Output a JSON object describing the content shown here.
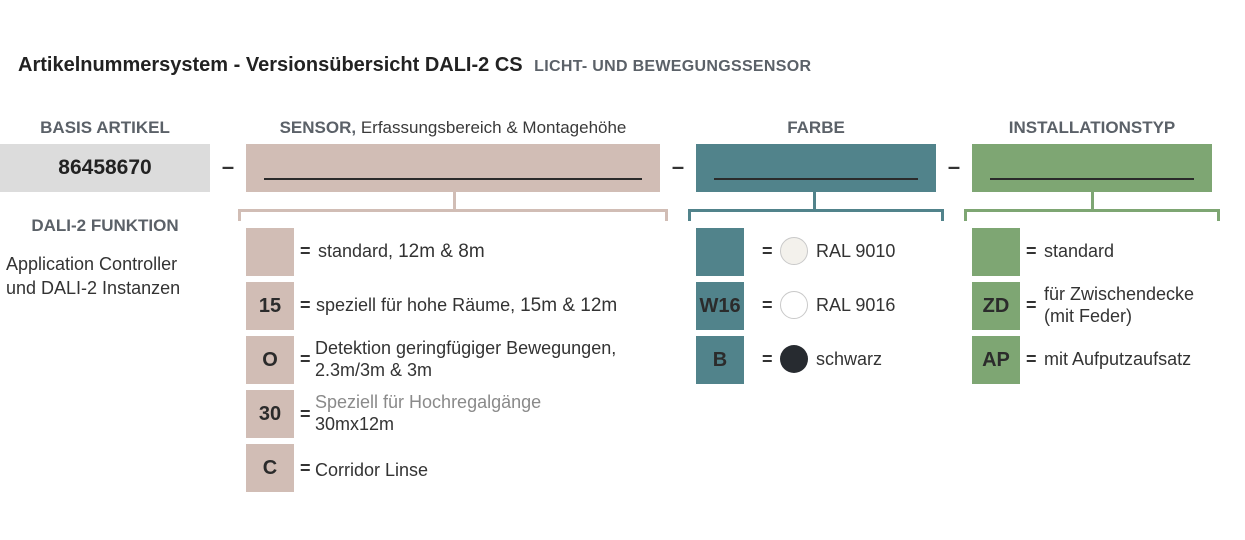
{
  "title": {
    "main": "Artikelnummersystem - Versionsübersicht DALI-2 CS",
    "sub": "LICHT- UND BEWEGUNGSSENSOR"
  },
  "separator": "–",
  "equals": "=",
  "colors": {
    "base": "#dcdcdc",
    "sensor": "#d1bdb5",
    "farbe": "#51838b",
    "install": "#7ea673"
  },
  "base": {
    "header": "BASIS ARTIKEL",
    "number": "86458670",
    "dali_header": "DALI-2 FUNKTION",
    "dali_line1": "Application Controller",
    "dali_line2": "und DALI-2 Instanzen"
  },
  "sensor": {
    "header_bold": "SENSOR,",
    "header_rest": " Erfassungsbereich & Montagehöhe",
    "options": [
      {
        "code": "",
        "text": "standard, ",
        "text_big": "12m & 8m"
      },
      {
        "code": "15",
        "text": "speziell für hohe Räume, ",
        "text_big": "15m & 12m"
      },
      {
        "code": "O",
        "line1": "Detektion geringfügiger Bewegungen,",
        "line2": "2.3m/3m & 3m"
      },
      {
        "code": "30",
        "line1": "Speziell für Hochregalgänge",
        "line2": "30mx12m"
      },
      {
        "code": "C",
        "text": "Corridor Linse"
      }
    ]
  },
  "farbe": {
    "header": "FARBE",
    "options": [
      {
        "code": "",
        "text": "RAL 9010",
        "circle_color": "#f3f1ec"
      },
      {
        "code": "W16",
        "text": "RAL 9016",
        "circle_color": "#ffffff"
      },
      {
        "code": "B",
        "text": "schwarz",
        "circle_color": "#272b30"
      }
    ]
  },
  "install": {
    "header": "INSTALLATIONSTYP",
    "options": [
      {
        "code": "",
        "text": "standard"
      },
      {
        "code": "ZD",
        "line1": "für Zwischendecke",
        "line2": "(mit Feder)"
      },
      {
        "code": "AP",
        "text": "mit Aufputzaufsatz"
      }
    ]
  }
}
